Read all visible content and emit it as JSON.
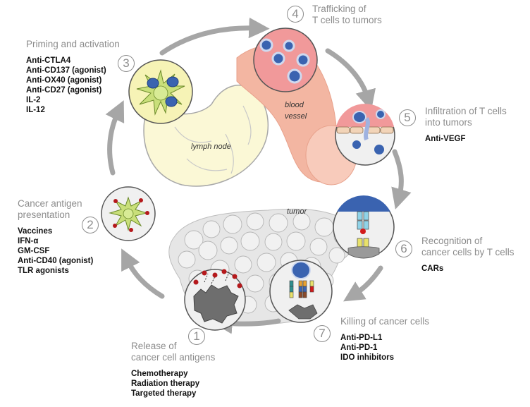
{
  "steps": [
    {
      "num": "1",
      "title_lines": [
        "Release of",
        "cancer cell antigens"
      ],
      "drugs": [
        "Chemotherapy",
        "Radiation therapy",
        "Targeted therapy"
      ]
    },
    {
      "num": "2",
      "title_lines": [
        "Cancer antigen",
        "presentation"
      ],
      "drugs": [
        "Vaccines",
        "IFN-α",
        "GM-CSF",
        "Anti-CD40 (agonist)",
        "TLR agonists"
      ]
    },
    {
      "num": "3",
      "title_lines": [
        "Priming and activation"
      ],
      "drugs": [
        "Anti-CTLA4",
        "Anti-CD137 (agonist)",
        "Anti-OX40 (agonist)",
        "Anti-CD27 (agonist)",
        "IL-2",
        "IL-12"
      ]
    },
    {
      "num": "4",
      "title_lines": [
        "Trafficking of",
        "T cells to tumors"
      ],
      "drugs": []
    },
    {
      "num": "5",
      "title_lines": [
        "Infiltration of T cells",
        "into tumors"
      ],
      "drugs": [
        "Anti-VEGF"
      ]
    },
    {
      "num": "6",
      "title_lines": [
        "Recognition of",
        "cancer cells by T cells"
      ],
      "drugs": [
        "CARs"
      ]
    },
    {
      "num": "7",
      "title_lines": [
        "Killing of cancer cells"
      ],
      "drugs": [
        "Anti-PD-L1",
        "Anti-PD-1",
        "IDO inhibitors"
      ]
    }
  ],
  "labels": {
    "lymph_node": "lymph node",
    "blood_vessel_1": "blood",
    "blood_vessel_2": "vessel",
    "tumor": "tumor"
  },
  "colors": {
    "cycle_arrow": "#a6a6a6",
    "blood_vessel": "#f3b6a2",
    "lymph_node": "#fbf8d6",
    "dendritic_cell": "#c9df7a",
    "t_cell": "#3a63b0",
    "vessel_lumen": "#f1999a",
    "tumor_cell": "#6e6e6e",
    "antigen": "#b5191c"
  }
}
